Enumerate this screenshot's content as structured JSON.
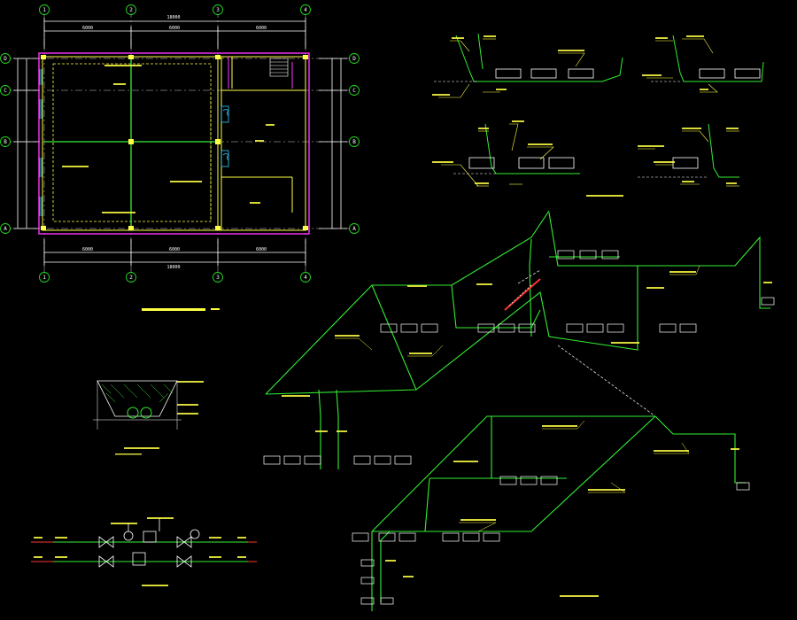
{
  "colors": {
    "background": "#000000",
    "axis_circle": "#22dd22",
    "dimension": "#ffffff",
    "wall_outer": "#ff33ff",
    "wall_inner": "#ffff44",
    "pipe": "#33ee33",
    "pipe_dash": "#ffffff",
    "radiator": "#33ccff",
    "annotation": "#33ee33",
    "leader": "#ffff44",
    "heat_source": "#ff3333"
  },
  "plan": {
    "column_labels": [
      "1",
      "2",
      "3",
      "4"
    ],
    "row_labels": [
      "D",
      "C",
      "B",
      "A"
    ],
    "bay_dimensions": [
      "6000",
      "6000",
      "6000"
    ],
    "overall_dimension": "18000"
  },
  "icons": {
    "axis_bubble": "axis-circle-icon",
    "radiator": "radiator-icon",
    "valve": "valve-icon",
    "stair": "stair-icon"
  }
}
